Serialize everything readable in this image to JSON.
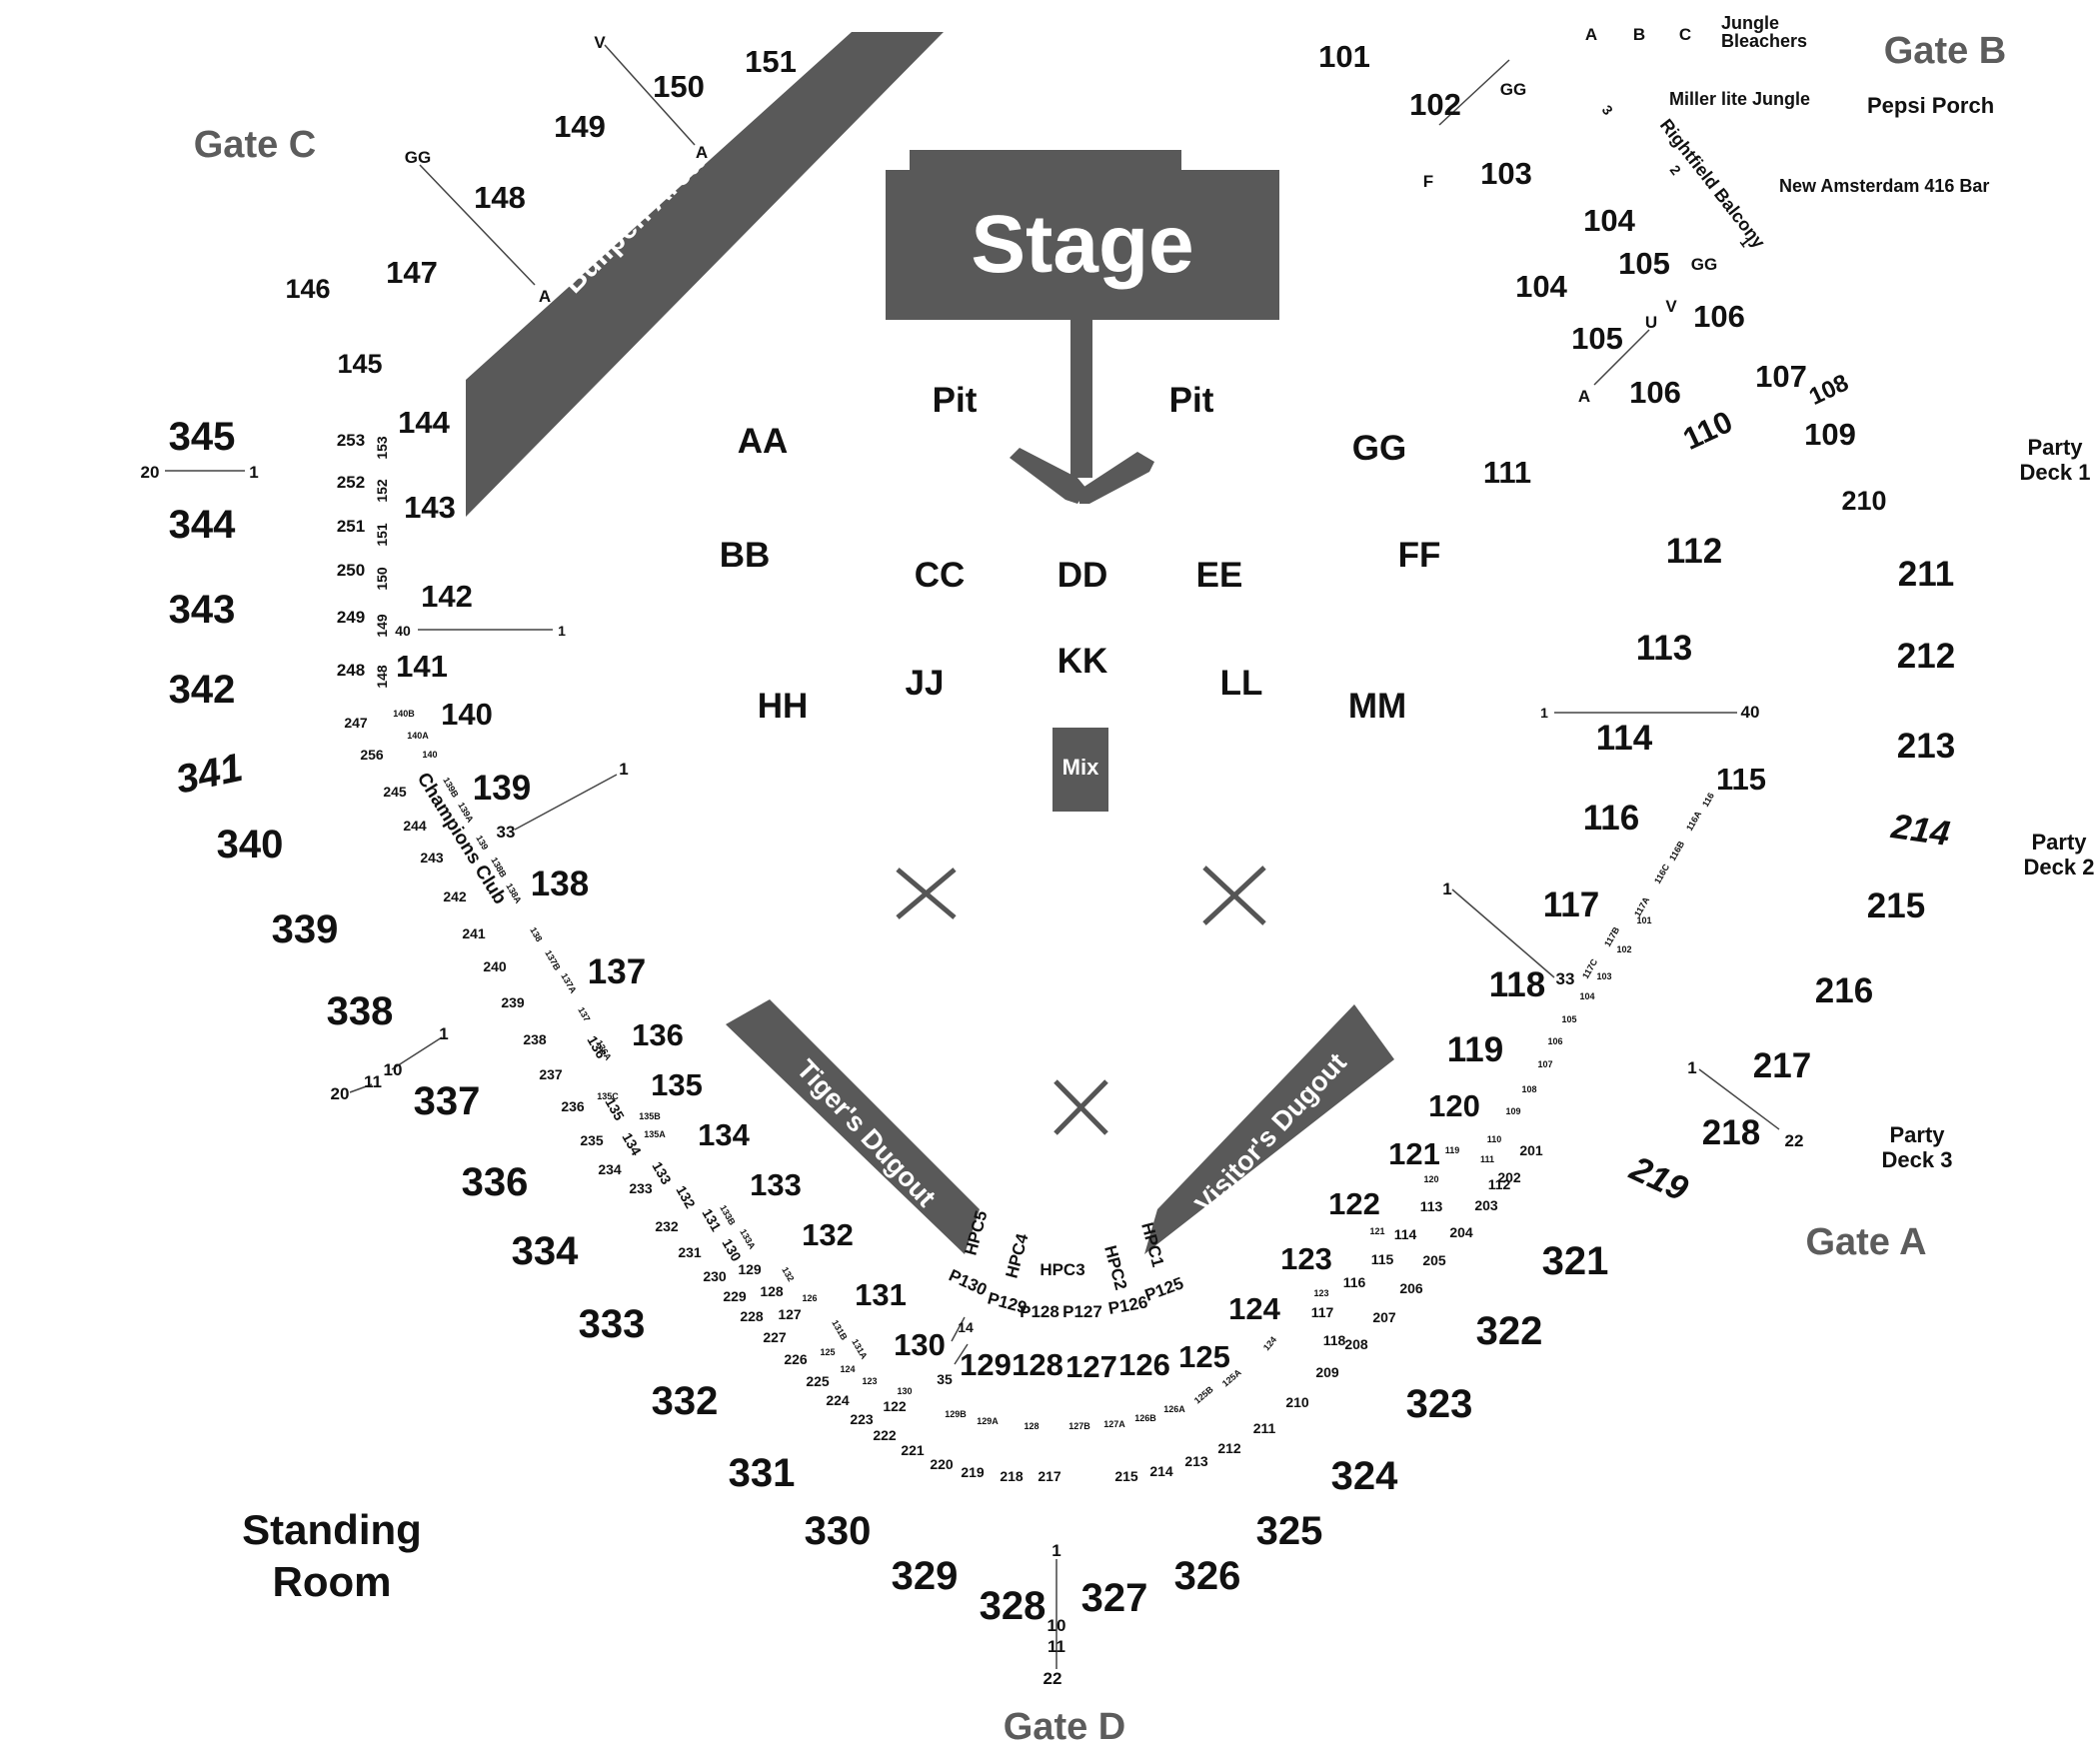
{
  "stage": {
    "label": "Stage",
    "pit_left": "Pit",
    "pit_right": "Pit",
    "mix": "Mix"
  },
  "gates": {
    "a": "Gate A",
    "b": "Gate B",
    "c": "Gate C",
    "d": "Gate D"
  },
  "areas": {
    "bullpen": "Bullpen Area",
    "tigers_dugout": "Tiger's Dugout",
    "visitors_dugout": "Visitor's Dugout",
    "champions_club": "Champions Club",
    "standing_room_1": "Standing",
    "standing_room_2": "Room",
    "jungle_bleachers_1": "Jungle",
    "jungle_bleachers_2": "Bleachers",
    "miller_lite_jungle": "Miller lite Jungle",
    "pepsi_porch": "Pepsi Porch",
    "rightfield_balcony": "Rightfield Balcony",
    "new_amsterdam_bar": "New Amsterdam 416 Bar",
    "party_deck_1": [
      "Party",
      "Deck 1"
    ],
    "party_deck_2": [
      "Party",
      "Deck 2"
    ],
    "party_deck_3": [
      "Party",
      "Deck 3"
    ]
  },
  "floor_sections": [
    "AA",
    "BB",
    "CC",
    "DD",
    "EE",
    "FF",
    "GG",
    "HH",
    "JJ",
    "KK",
    "LL",
    "MM"
  ],
  "sections_100_left": [
    "151",
    "150",
    "149",
    "148",
    "147",
    "146",
    "145",
    "144",
    "143",
    "142",
    "141",
    "140",
    "139",
    "138",
    "137",
    "136",
    "135",
    "134",
    "133",
    "132",
    "131",
    "130",
    "129",
    "128",
    "127",
    "126",
    "125",
    "124",
    "123",
    "122",
    "121",
    "120",
    "119",
    "118",
    "117",
    "116",
    "115",
    "114",
    "113",
    "112",
    "111",
    "110",
    "109",
    "108",
    "107",
    "106",
    "106",
    "105",
    "105",
    "104",
    "104",
    "103",
    "102",
    "101"
  ],
  "sections_200": [
    "253",
    "252",
    "251",
    "250",
    "249",
    "248",
    "247",
    "256",
    "245",
    "244",
    "243",
    "242",
    "241",
    "240",
    "239",
    "238",
    "237",
    "236",
    "235",
    "234",
    "233",
    "232",
    "231",
    "230",
    "229",
    "228",
    "227",
    "226",
    "225",
    "224",
    "223",
    "222",
    "221",
    "220",
    "219",
    "218",
    "217",
    "215",
    "214",
    "213",
    "212",
    "211",
    "210",
    "209",
    "208",
    "207",
    "206",
    "205",
    "204",
    "203",
    "202",
    "201",
    "210",
    "211",
    "212",
    "213",
    "214",
    "215",
    "216",
    "217",
    "218",
    "219"
  ],
  "sections_300": [
    "345",
    "344",
    "343",
    "342",
    "341",
    "340",
    "339",
    "338",
    "337",
    "336",
    "334",
    "333",
    "332",
    "331",
    "330",
    "329",
    "328",
    "327",
    "326",
    "325",
    "324",
    "323",
    "322",
    "321"
  ],
  "row_letters": [
    "V",
    "A",
    "GG",
    "A",
    "GG",
    "F",
    "U",
    "V",
    "GG",
    "A",
    "A",
    "B",
    "C"
  ],
  "row_numbers": [
    "20",
    "1",
    "40",
    "1",
    "1",
    "33",
    "20",
    "11",
    "10",
    "1",
    "1",
    "40",
    "1",
    "33",
    "1",
    "22",
    "1",
    "10",
    "11",
    "22",
    "14",
    "35",
    "1",
    "2",
    "3"
  ],
  "small_labels": [
    "153",
    "152",
    "151",
    "150",
    "149",
    "148",
    "140B",
    "140A",
    "140",
    "139B",
    "139A",
    "139",
    "138B",
    "138A",
    "138",
    "137B",
    "137A",
    "137",
    "136A",
    "136",
    "135C",
    "135",
    "135B",
    "135A",
    "134",
    "133",
    "132",
    "133B",
    "133A",
    "131",
    "130",
    "129",
    "132",
    "128",
    "126",
    "127",
    "131B",
    "131A",
    "125",
    "124",
    "123",
    "130",
    "122",
    "129B",
    "129A",
    "128",
    "127B",
    "127A",
    "126B",
    "126A",
    "125B",
    "125A",
    "124",
    "123",
    "116",
    "117",
    "118",
    "121",
    "120",
    "119",
    "110",
    "111",
    "112",
    "113",
    "114",
    "115",
    "108",
    "109",
    "107",
    "106",
    "105",
    "104",
    "103",
    "102",
    "101",
    "117C",
    "117B",
    "117A",
    "116C",
    "116B",
    "116A",
    "116",
    "HPC5",
    "HPC4",
    "HPC3",
    "HPC2",
    "HPC1",
    "P130",
    "P129",
    "P128",
    "P127",
    "P126",
    "P125"
  ]
}
